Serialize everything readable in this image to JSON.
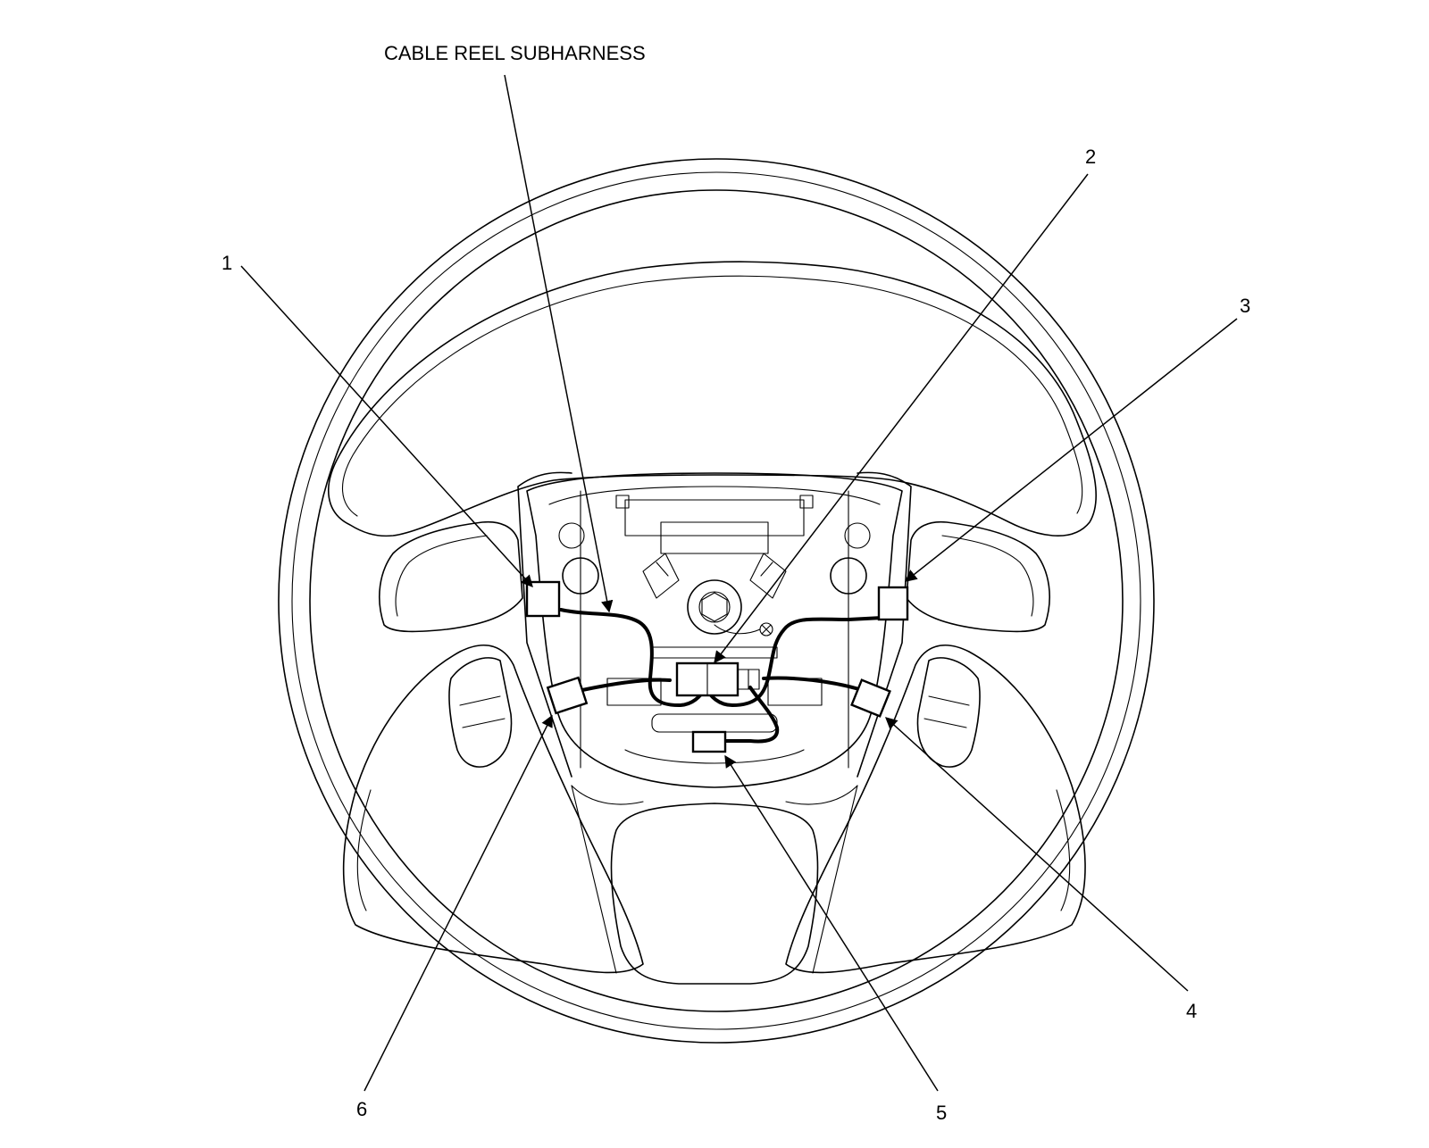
{
  "title_label": "CABLE REEL SUBHARNESS",
  "callouts": {
    "c1": "1",
    "c2": "2",
    "c3": "3",
    "c4": "4",
    "c5": "5",
    "c6": "6"
  }
}
